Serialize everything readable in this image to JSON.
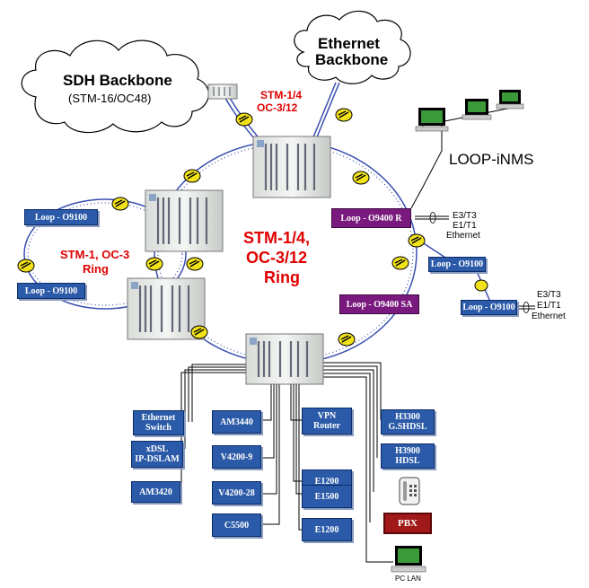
{
  "clouds": {
    "sdh_title": "SDH Backbone",
    "sdh_sub": "(STM-16/OC48)",
    "ethernet_line1": "Ethernet",
    "ethernet_line2": "Backbone"
  },
  "labels": {
    "uplink_line1": "STM-1/4",
    "uplink_line2": "OC-3/12",
    "main_ring_line1": "STM-1/4,",
    "main_ring_line2": "OC-3/12",
    "main_ring_line3": "Ring",
    "small_ring_line1": "STM-1, OC-3",
    "small_ring_line2": "Ring",
    "nms": "LOOP-iNMS",
    "pc_lan": "PC LAN"
  },
  "nodes": {
    "o9100_top": "Loop - O9100",
    "o9100_bottom": "Loop - O9100",
    "o9400r": "Loop - O9400 R",
    "o9400sa": "Loop - O9400 SA",
    "o9100_right": "Loop - O9100",
    "o9100_far_right": "Loop - O9100"
  },
  "interfaces": {
    "a": [
      "E3/T3",
      "E1/T1",
      "Ethernet"
    ],
    "b": [
      "E3/T3",
      "E1/T1",
      "Ethernet"
    ]
  },
  "devices": {
    "ethernet_switch": [
      "Ethernet",
      "Switch"
    ],
    "xdsl": [
      "xDSL",
      "IP-DSLAM"
    ],
    "am3420": "AM3420",
    "am3440": "AM3440",
    "v4200_9": "V4200-9",
    "v4200_28": "V4200-28",
    "c5500": "C5500",
    "vpn_router": [
      "VPN",
      "Router"
    ],
    "e1200_a": "E1200",
    "e1500": "E1500",
    "e1200_b": "E1200",
    "h3300": [
      "H3300",
      "G.SHDSL"
    ],
    "h3900": [
      "H3900",
      "HDSL"
    ],
    "pbx": "PBX"
  },
  "colors": {
    "device_blue": "#2b5aa8",
    "node_purple": "#7a1a7e",
    "pbx_red": "#a01818",
    "ring_label_red": "#e00000",
    "ring_line": "#3a4fb0",
    "amplifier_yellow": "#f2e21a"
  }
}
